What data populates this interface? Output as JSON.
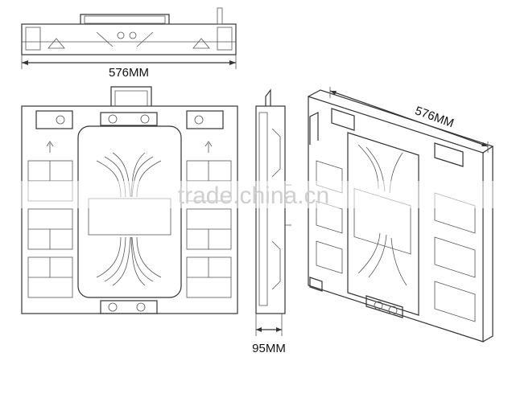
{
  "dimensions": {
    "width_top": "576MM",
    "width_iso": "576MM",
    "depth_side": "95MM"
  },
  "watermark": "trade.china.cn"
}
